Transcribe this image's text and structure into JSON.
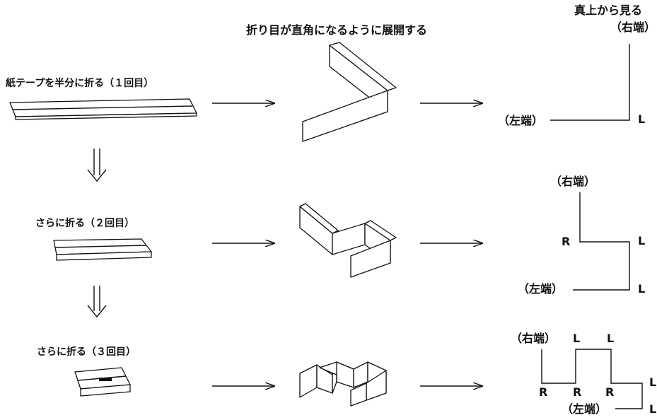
{
  "header": {
    "unfold_caption": "折り目が直角になるように展開する",
    "top_view_caption": "真上から見る"
  },
  "steps": [
    {
      "caption": "紙テープを半分に折る（１回目）"
    },
    {
      "caption": "さらに折る（２回目）"
    },
    {
      "caption": "さらに折る（３回目）"
    }
  ],
  "labels": {
    "right_end": "（右端）",
    "left_end": "（左端）",
    "L": "L",
    "R": "R"
  },
  "icons": {
    "arrow_right": "long-right-arrow",
    "arrow_down": "double-down-arrow"
  }
}
